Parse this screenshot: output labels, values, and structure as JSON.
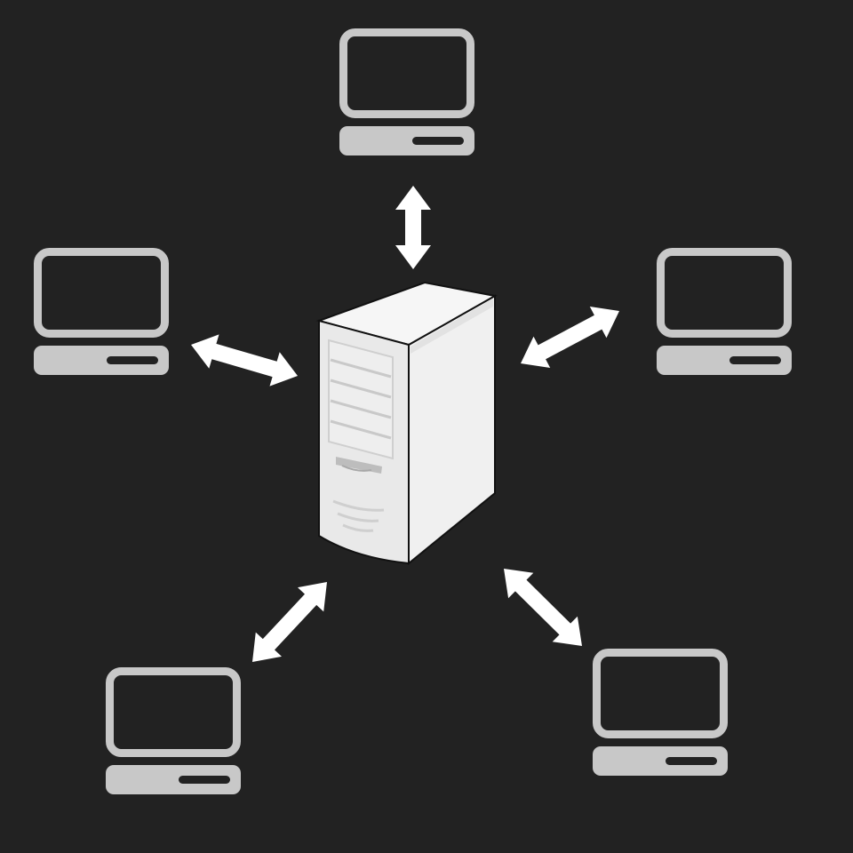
{
  "diagram": {
    "type": "client-server network",
    "central_node": {
      "kind": "server",
      "icon": "server-tower-icon"
    },
    "client_nodes": [
      {
        "kind": "computer",
        "icon": "computer-icon",
        "position": "top"
      },
      {
        "kind": "computer",
        "icon": "computer-icon",
        "position": "left"
      },
      {
        "kind": "computer",
        "icon": "computer-icon",
        "position": "right"
      },
      {
        "kind": "computer",
        "icon": "computer-icon",
        "position": "bottom-left"
      },
      {
        "kind": "computer",
        "icon": "computer-icon",
        "position": "bottom-right"
      }
    ],
    "connections": [
      {
        "from": "server",
        "to": "top",
        "direction": "bidirectional"
      },
      {
        "from": "server",
        "to": "left",
        "direction": "bidirectional"
      },
      {
        "from": "server",
        "to": "right",
        "direction": "bidirectional"
      },
      {
        "from": "server",
        "to": "bottom-left",
        "direction": "bidirectional"
      },
      {
        "from": "server",
        "to": "bottom-right",
        "direction": "bidirectional"
      }
    ]
  },
  "colors": {
    "background": "#222222",
    "computer": "#c8c8c8",
    "computer_slot": "#222222",
    "arrow": "#ffffff",
    "server_front": "#ececec",
    "server_side": "#f2f2f2",
    "server_outline": "#111111",
    "server_detail": "#c9c9c9"
  }
}
